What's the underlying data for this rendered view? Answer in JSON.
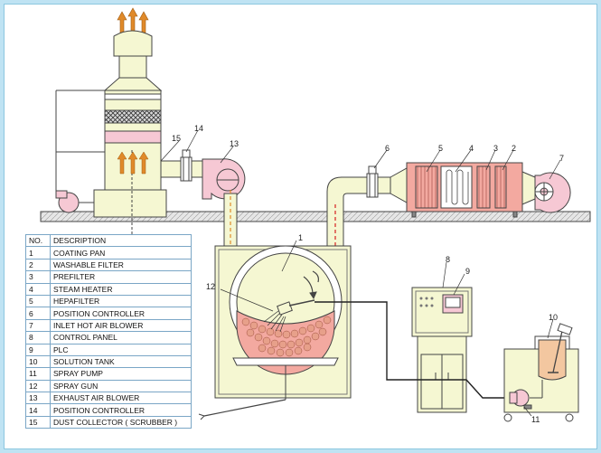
{
  "callouts": [
    "1",
    "2",
    "3",
    "4",
    "5",
    "6",
    "7",
    "8",
    "9",
    "10",
    "11",
    "12",
    "13",
    "14",
    "15"
  ],
  "legend": {
    "header": {
      "no": "NO.",
      "description": "DESCRIPTION"
    },
    "rows": [
      {
        "no": "1",
        "description": "COATING PAN"
      },
      {
        "no": "2",
        "description": "WASHABLE FILTER"
      },
      {
        "no": "3",
        "description": "PREFILTER"
      },
      {
        "no": "4",
        "description": "STEAM HEATER"
      },
      {
        "no": "5",
        "description": "HEPAFILTER"
      },
      {
        "no": "6",
        "description": "POSITION CONTROLLER"
      },
      {
        "no": "7",
        "description": "INLET HOT AIR BLOWER"
      },
      {
        "no": "8",
        "description": "CONTROL PANEL"
      },
      {
        "no": "9",
        "description": "PLC"
      },
      {
        "no": "10",
        "description": "SOLUTION TANK"
      },
      {
        "no": "11",
        "description": "SPRAY PUMP"
      },
      {
        "no": "12",
        "description": "SPRAY GUN"
      },
      {
        "no": "13",
        "description": "EXHAUST AIR BLOWER"
      },
      {
        "no": "14",
        "description": "POSITION CONTROLLER"
      },
      {
        "no": "15",
        "description": "DUST COLLECTOR ( SCRUBBER )"
      }
    ]
  },
  "colors": {
    "equipment": "#f5f7d2",
    "outline": "#444444",
    "duct_pink": "#f6c8d4",
    "filter_pink": "#f3a9a0",
    "floor": "#e6e6e6",
    "arrow_orange": "#e08a2a",
    "arrow_red": "#d62020",
    "panel_border": "#7aa6c6"
  }
}
